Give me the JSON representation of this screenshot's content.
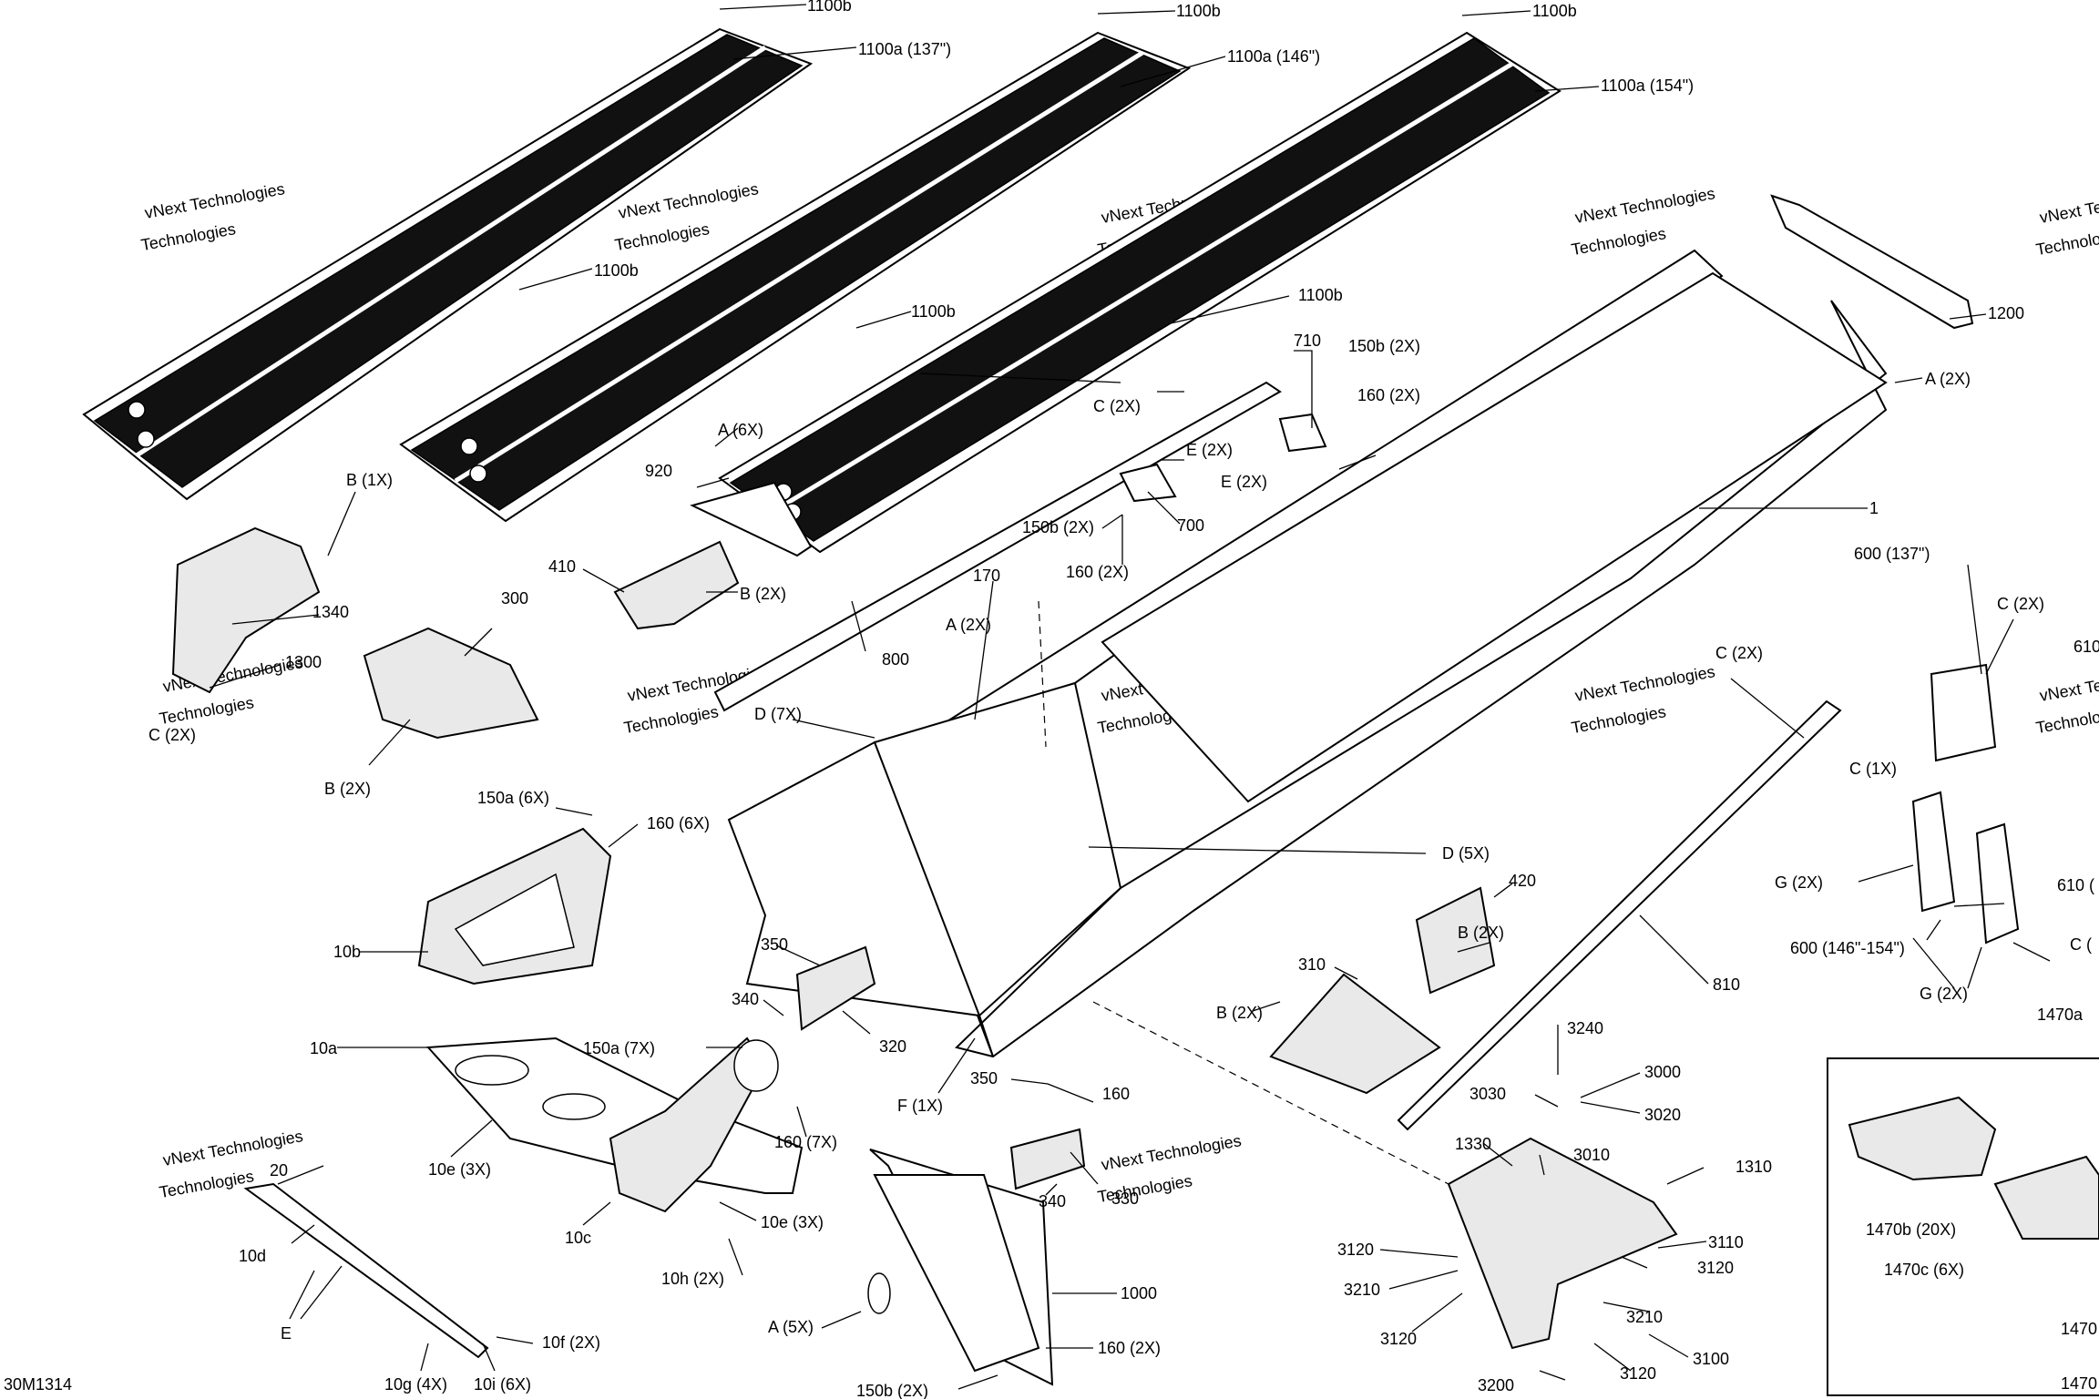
{
  "diagram_code": "30M1314",
  "watermark": {
    "line1": "vNext Technologies",
    "line2": "Technologies"
  },
  "labels": {
    "p1100b_a": "1100b",
    "p1100a_137": "1100a (137\")",
    "p1100b_b": "1100b",
    "p1100b_c": "1100b",
    "p1100a_146": "1100a (146\")",
    "p1100b_d": "1100b",
    "p1100b_e": "1100b",
    "p1100a_154": "1100a (154\")",
    "p1100b_f": "1100b",
    "p1200": "1200",
    "pA2x_top": "A (2X)",
    "p1": "1",
    "p710": "710",
    "p150b_2x_a": "150b (2X)",
    "p160_2x_a": "160 (2X)",
    "pE2x_a": "E (2X)",
    "pE2x_b": "E (2X)",
    "pC2x_a": "C (2X)",
    "p700": "700",
    "p150b_2x_b": "150b (2X)",
    "p160_2x_b": "160 (2X)",
    "pA6x": "A (6X)",
    "p920": "920",
    "pB1x": "B (1X)",
    "p1340": "1340",
    "p1300": "1300",
    "pC2x_b": "C (2X)",
    "p410": "410",
    "pB2x_a": "B (2X)",
    "p300": "300",
    "pB2x_b": "B (2X)",
    "p800": "800",
    "p170": "170",
    "pA2x_mid": "A (2X)",
    "pD7x": "D (7X)",
    "pD5x": "D (5X)",
    "p150a_6x": "150a (6X)",
    "p160_6x": "160 (6X)",
    "p10b": "10b",
    "p350_a": "350",
    "p340_a": "340",
    "p320": "320",
    "p10a": "10a",
    "p150a_7x": "150a (7X)",
    "p160_7x": "160 (7X)",
    "p10e_3x_a": "10e (3X)",
    "p10c": "10c",
    "p10e_3x_b": "10e (3X)",
    "p10h_2x": "10h (2X)",
    "p20": "20",
    "p10d": "10d",
    "pE": "E",
    "p10f_2x": "10f (2X)",
    "p10g_4x": "10g (4X)",
    "p10i_6x": "10i (6X)",
    "pF1x": "F (1X)",
    "p350_b": "350",
    "p160": "160",
    "p340_b": "340",
    "p330": "330",
    "p1000": "1000",
    "pA5x": "A (5X)",
    "p160_2x_c": "160 (2X)",
    "p150b_2x_c": "150b (2X)",
    "p420": "420",
    "pB2x_c": "B (2X)",
    "p310": "310",
    "pB2x_d": "B (2X)",
    "pC2x_c": "C (2X)",
    "p810": "810",
    "p3240": "3240",
    "p3000": "3000",
    "p3030": "3030",
    "p3020": "3020",
    "p1330": "1330",
    "p3010": "3010",
    "p1310": "1310",
    "p3110": "3110",
    "p3120_a": "3120",
    "p3120_b": "3120",
    "p3210_a": "3210",
    "p3120_c": "3120",
    "p3210_b": "3210",
    "p3100": "3100",
    "p3200": "3200",
    "p3120_d": "3120",
    "p600_137": "600 (137\")",
    "pC2x_d": "C (2X)",
    "p610_a": "610",
    "pC1x": "C (1X)",
    "pG2x_a": "G (2X)",
    "p610_b": "610 (",
    "p600_146": "600 (146\"-154\")",
    "pC_r": "C (",
    "pG2x_b": "G (2X)",
    "p1470a": "1470a",
    "p1470b": "1470b (20X)",
    "p1470c": "1470c (6X)",
    "p1470_cut1": "1470",
    "p1470_cut2": "1470"
  }
}
